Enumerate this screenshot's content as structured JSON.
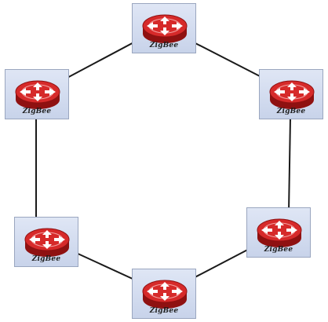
{
  "nodes": [
    {
      "id": "top",
      "label": "ZigBee"
    },
    {
      "id": "upper-left",
      "label": "ZigBee"
    },
    {
      "id": "upper-right",
      "label": "ZigBee"
    },
    {
      "id": "lower-left",
      "label": "ZigBee"
    },
    {
      "id": "lower-right",
      "label": "ZigBee"
    },
    {
      "id": "bottom",
      "label": "ZigBee"
    }
  ],
  "links": [
    [
      "top",
      "upper-left"
    ],
    [
      "top",
      "upper-right"
    ],
    [
      "upper-left",
      "lower-left"
    ],
    [
      "upper-right",
      "lower-right"
    ],
    [
      "lower-left",
      "bottom"
    ],
    [
      "lower-right",
      "bottom"
    ]
  ],
  "colors": {
    "router_red": "#d62a2a",
    "router_dark": "#8f1111",
    "link": "#1a1a1a",
    "tile_border": "#9aa6bf"
  },
  "icon": "router-icon"
}
